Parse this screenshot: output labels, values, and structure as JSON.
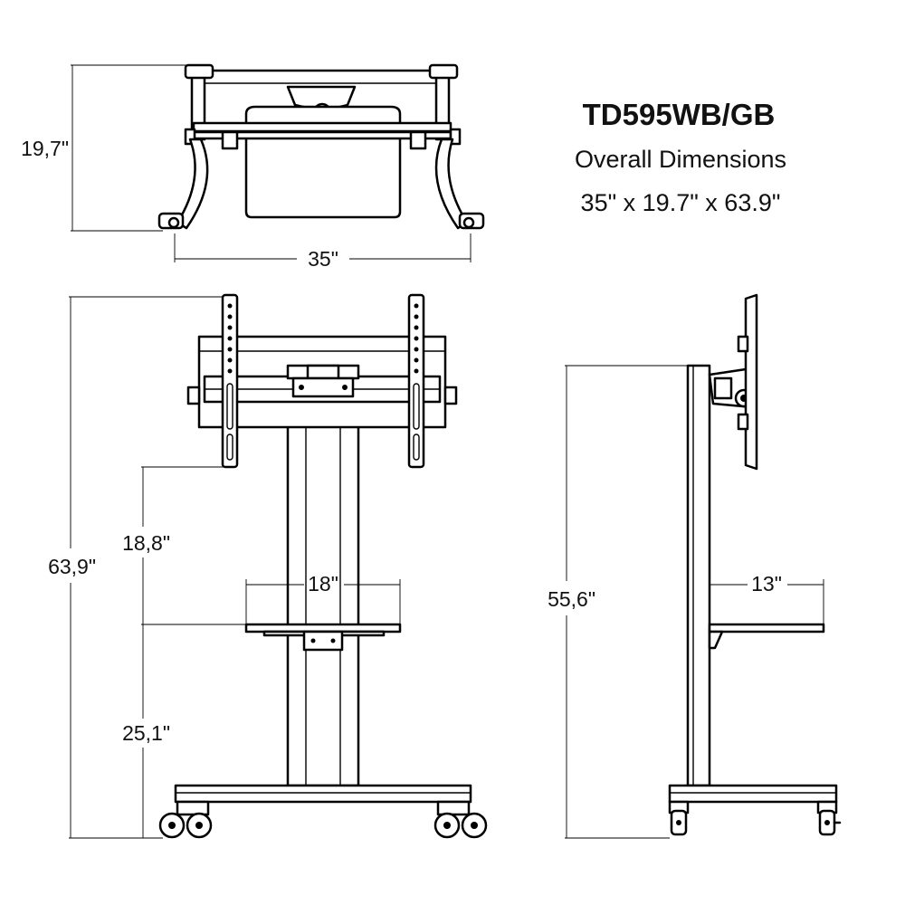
{
  "title": {
    "model": "TD595WB/GB",
    "subtitle": "Overall Dimensions",
    "overall": "35\" x 19.7\" x 63.9\""
  },
  "top_view": {
    "depth": "19,7\"",
    "width": "35\""
  },
  "front_view": {
    "total_height": "63,9\"",
    "upper_height": "18,8\"",
    "shelf_width": "18\"",
    "lower_height": "25,1\""
  },
  "side_view": {
    "height": "55,6\"",
    "shelf_depth": "13\""
  },
  "colors": {
    "line": "#000000",
    "background": "#ffffff"
  }
}
